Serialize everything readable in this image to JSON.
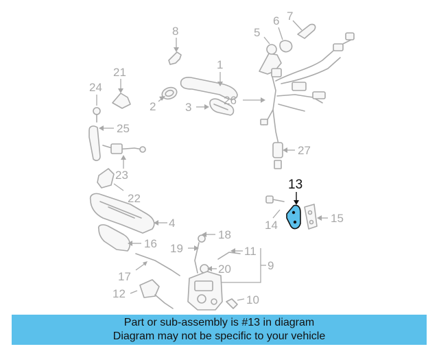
{
  "diagram": {
    "callouts": {
      "c1": "1",
      "c2": "2",
      "c3": "3",
      "c4": "4",
      "c5": "5",
      "c6": "6",
      "c7": "7",
      "c8": "8",
      "c9": "9",
      "c10": "10",
      "c11": "11",
      "c12": "12",
      "c13": "13",
      "c14": "14",
      "c15": "15",
      "c16": "16",
      "c17": "17",
      "c18": "18",
      "c19": "19",
      "c20": "20",
      "c21": "21",
      "c22": "22",
      "c23": "23",
      "c24": "24",
      "c25": "25",
      "c26": "26",
      "c27": "27"
    },
    "highlighted_part": "13",
    "highlight_color": "#5bc0eb",
    "line_color": "#a9a9a9"
  },
  "banner": {
    "line1": "Part or sub-assembly is #13 in diagram",
    "line2": "Diagram may not be specific to your vehicle",
    "background": "#5bc0eb"
  }
}
